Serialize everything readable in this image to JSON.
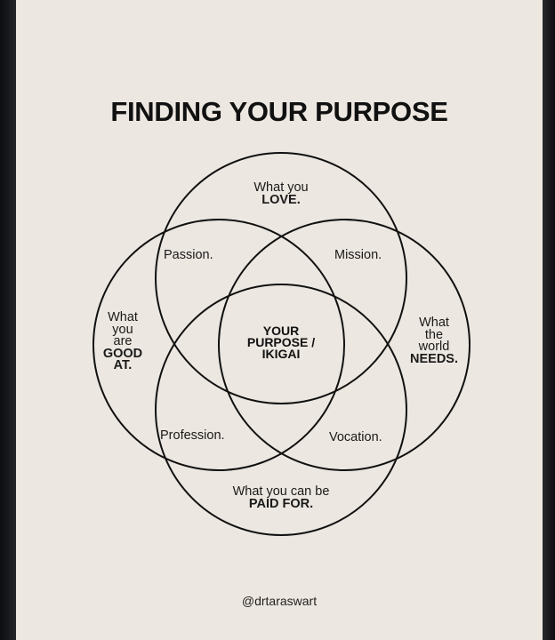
{
  "title": "FINDING YOUR PURPOSE",
  "circles": {
    "love": {
      "line1": "What you",
      "line2": "LOVE."
    },
    "good": {
      "line1": "What",
      "line2": "you",
      "line3": "are",
      "line4": "GOOD",
      "line5": "AT."
    },
    "world": {
      "line1": "What",
      "line2": "the",
      "line3": "world",
      "line4": "NEEDS."
    },
    "paid": {
      "line1": "What you can be",
      "line2": "PAID FOR."
    }
  },
  "overlaps": {
    "passion": "Passion.",
    "mission": "Mission.",
    "profession": "Profession.",
    "vocation": "Vocation."
  },
  "center": {
    "line1": "YOUR",
    "line2": "PURPOSE /",
    "line3": "IKIGAI"
  },
  "credit": "@drtaraswart",
  "colors": {
    "paper": "#ece7e0",
    "ink": "#111111",
    "background": "#1b1c20"
  }
}
